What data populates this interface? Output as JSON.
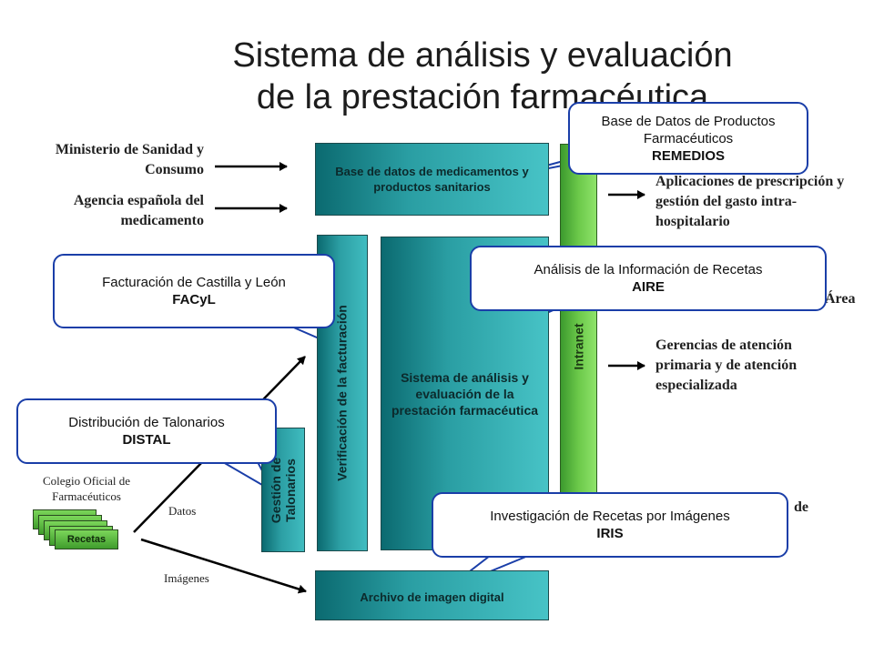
{
  "title": {
    "line1": "Sistema de análisis y evaluación",
    "line2": "de la prestación farmacéutica"
  },
  "sources": {
    "ministerio": "Ministerio de Sanidad y Consumo",
    "agencia": "Agencia española del medicamento",
    "colegio": "Colegio Oficial de Farmacéuticos",
    "recetas": "Recetas"
  },
  "flow_labels": {
    "datos": "Datos",
    "imagenes": "Imágenes"
  },
  "boxes": {
    "base_datos": "Base de datos de medicamentos y productos sanitarios",
    "gestion": "Gestión de Talonarios",
    "verificacion": "Verificación de la facturación",
    "sistema": "Sistema de análisis y evaluación de la prestación farmacéutica",
    "intranet": "Intranet",
    "archivo": "Archivo de imagen digital"
  },
  "destinations": {
    "aplicaciones": "Aplicaciones de prescripción y gestión del gasto intra-hospitalario",
    "area": "Área",
    "gerencias": "Gerencias de atención primaria y de atención especializada",
    "de": "de"
  },
  "callouts": {
    "remedios": {
      "text": "Base de Datos de Productos Farmacéuticos",
      "acronym": "REMEDIOS"
    },
    "facyl": {
      "text": "Facturación de Castilla y León",
      "acronym": "FACyL"
    },
    "aire": {
      "text": "Análisis de la Información de Recetas",
      "acronym": "AIRE"
    },
    "distal": {
      "text": "Distribución de Talonarios",
      "acronym": "DISTAL"
    },
    "iris": {
      "text": "Investigación de Recetas por Imágenes",
      "acronym": "IRIS"
    }
  },
  "colors": {
    "box_teal": "#2a9ea3",
    "intranet_green": "#6cc94a",
    "callout_border": "#1a3ea8"
  }
}
